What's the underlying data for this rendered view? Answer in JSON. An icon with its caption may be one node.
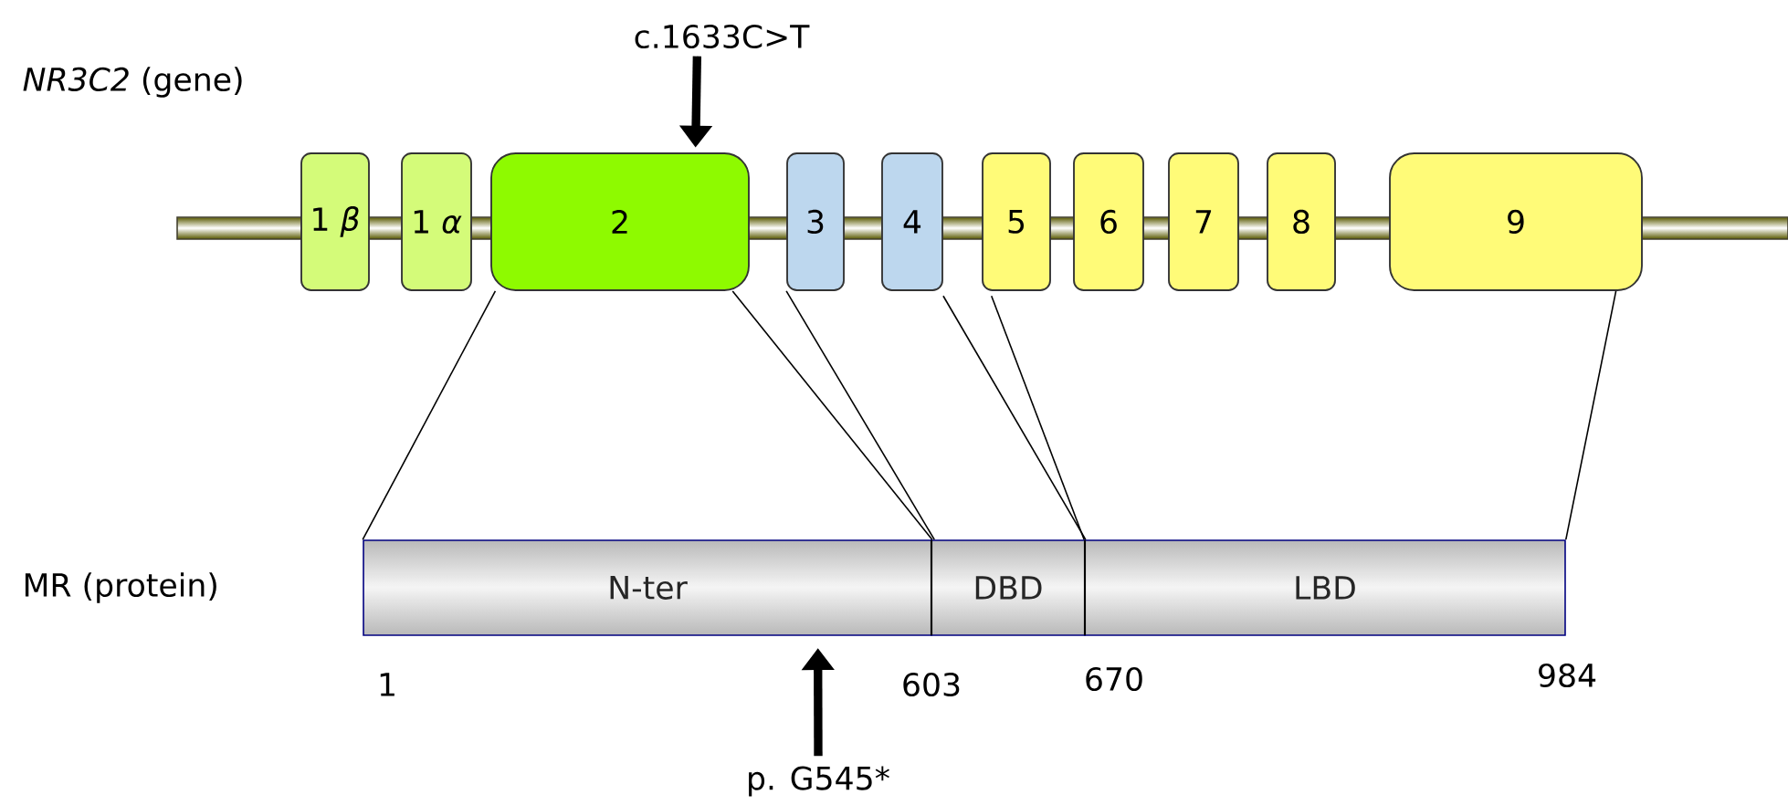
{
  "diagram": {
    "nodes": [
      {
        "text": [
          "1 *β*"
        ]
      },
      {
        "text": [
          "1 *α*"
        ]
      },
      {
        "text": [
          "2"
        ]
      },
      {
        "text": [
          "3"
        ]
      },
      {
        "text": [
          "4"
        ]
      },
      {
        "text": [
          "5"
        ]
      },
      {
        "text": [
          "6"
        ]
      },
      {
        "text": [
          "7"
        ]
      },
      {
        "text": [
          "8"
        ]
      },
      {
        "text": [
          "9"
        ]
      },
      {
        "text": [
          "N-ter"
        ]
      },
      {
        "text": [
          "DBD"
        ]
      },
      {
        "text": [
          "LBD"
        ]
      },
      {
        "text": [
          "c.1633C>T"
        ]
      },
      {
        "text": [
          "p. G545*"
        ]
      }
    ],
    "edges": [
      {
        "from": 2,
        "to": 10,
        "arrow": "none"
      },
      {
        "from": 2,
        "to": 10,
        "arrow": "none"
      },
      {
        "from": 3,
        "to": 11,
        "arrow": "none"
      },
      {
        "from": 4,
        "to": 11,
        "arrow": "none"
      },
      {
        "from": 5,
        "to": 12,
        "arrow": "none"
      },
      {
        "from": 9,
        "to": 12,
        "arrow": "none"
      },
      {
        "from": 13,
        "to": 2,
        "arrow": "to",
        "style": "thick"
      },
      {
        "from": 14,
        "to": 10,
        "arrow": "to",
        "style": "thick"
      }
    ],
    "labels": [
      "*NR3C2* (gene)",
      "MR (protein)",
      "1",
      "603",
      "670",
      "984"
    ]
  }
}
